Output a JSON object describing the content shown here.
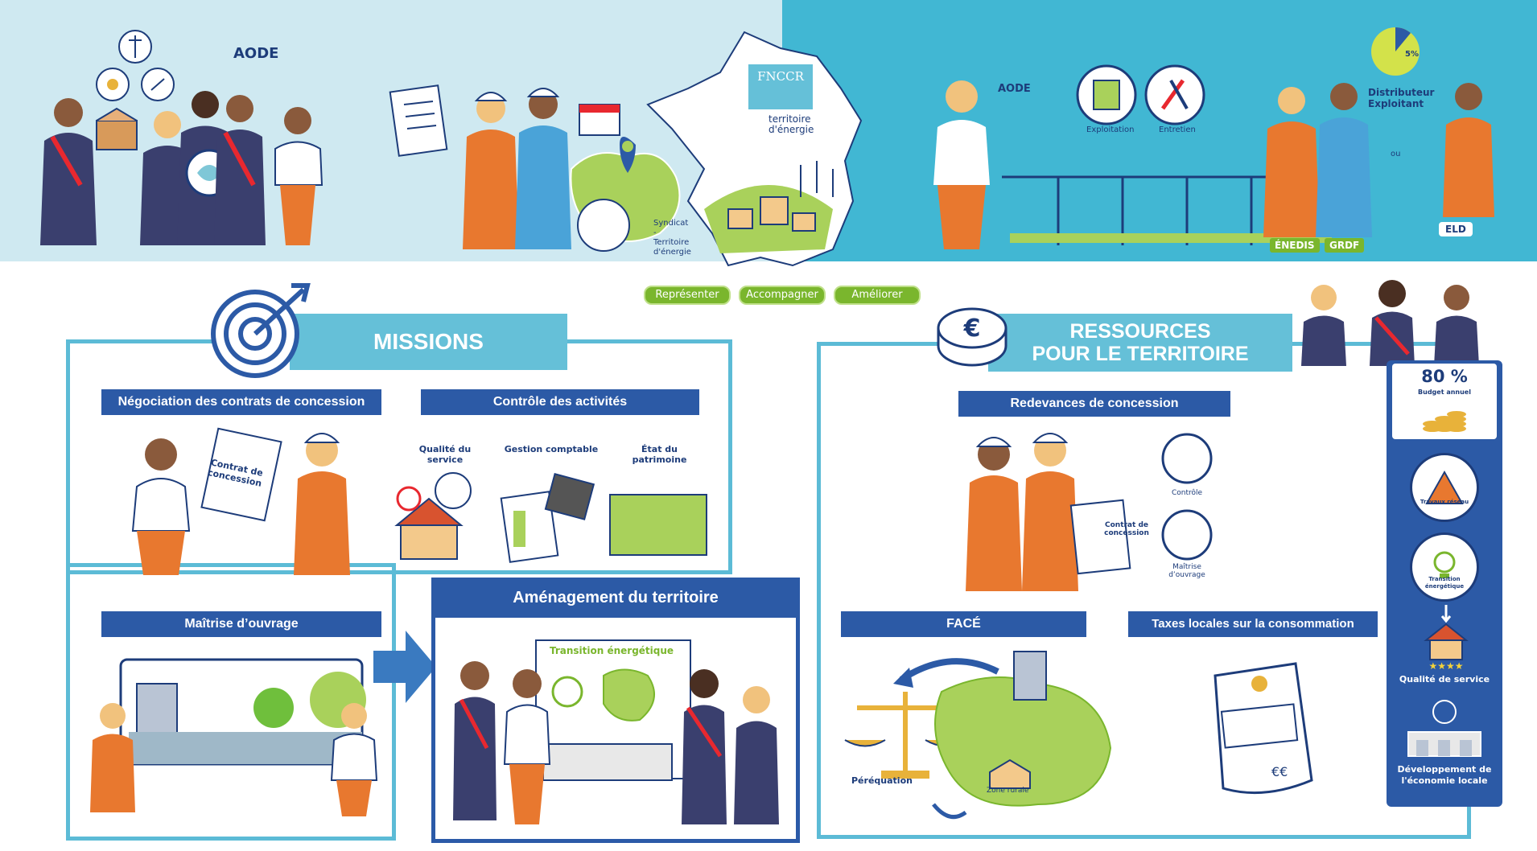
{
  "top": {
    "aode_left": "AODE",
    "fnccr_logo": "FNCCR",
    "territoire_logo": "territoire d'énergie",
    "syndicat_label": "Syndicat - Territoire d'énergie",
    "aode_right": "AODE",
    "exploitation": "Exploitation",
    "entretien": "Entretien",
    "distributeur": "Distributeur Exploitant",
    "pie_percent": "5%",
    "ou": "ou",
    "enedis": "ÉNEDIS",
    "grdf": "GRDF",
    "eld": "ELD",
    "pills": [
      "Représenter",
      "Accompagner",
      "Améliorer"
    ]
  },
  "missions": {
    "title": "MISSIONS",
    "negociation": "Négociation des contrats de concession",
    "contrat": "Contrat de concession",
    "controle": "Contrôle des activités",
    "qualite": "Qualité du service",
    "gestion": "Gestion comptable",
    "etat": "État du patrimoine",
    "maitrise": "Maîtrise d’ouvrage",
    "amenagement": "Aménagement du territoire",
    "transition": "Transition énergétique"
  },
  "ressources": {
    "title_line1": "RESSOURCES",
    "title_line2": "POUR LE TERRITOIRE",
    "redevances": "Redevances de concession",
    "controle_small": "Contrôle",
    "maitrise_small": "Maîtrise d’ouvrage",
    "contrat": "Contrat de concession",
    "face": "FACÉ",
    "taxes": "Taxes locales sur la consommation",
    "perequation": "Péréquation",
    "zone_rurale": "Zone rurale",
    "euro_bill": "€€"
  },
  "panel": {
    "percent": "80 %",
    "budget": "Budget annuel",
    "travaux": "Travaux réseau",
    "transition": "Transition énergétique",
    "qualite": "Qualité de service",
    "developpement": "Développement de l'économie locale"
  },
  "colors": {
    "dark_blue": "#2c5aa6",
    "light_blue": "#65c0d8",
    "green": "#7ab62d",
    "orange": "#e8782f"
  }
}
